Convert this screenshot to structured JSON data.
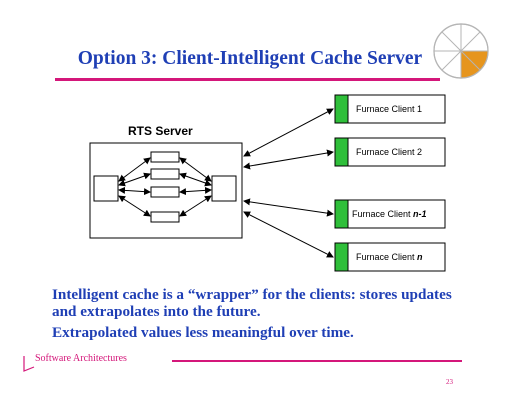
{
  "slide": {
    "title": "Option 3: Client-Intelligent Cache Server",
    "body": [
      "Intelligent cache is a “wrapper” for the clients: stores updates and extrapolates into the future.",
      "Extrapolated values less meaningful over time."
    ],
    "footer": "Software Architectures",
    "page_number": "23"
  },
  "diagram": {
    "server_label": "RTS Server",
    "clients": [
      {
        "name": "Furnace Client 1",
        "prefix": "Furnace Client ",
        "suffix": "1",
        "suffix_italic": false
      },
      {
        "name": "Furnace Client 2",
        "prefix": "Furnace Client ",
        "suffix": "2",
        "suffix_italic": false
      },
      {
        "name": "Furnace Client n-1",
        "prefix": "Furnace Client ",
        "suffix": "n-1",
        "suffix_italic": true
      },
      {
        "name": "Furnace Client n",
        "prefix": "Furnace Client ",
        "suffix": "n",
        "suffix_italic": true
      }
    ]
  },
  "colors": {
    "title": "#1f3fb5",
    "accent": "#d4177a",
    "client_marker": "#2fbf3a",
    "logo_orange": "#e6951e"
  },
  "icons": [
    "wheel-logo-icon",
    "corner-bracket-icon"
  ]
}
